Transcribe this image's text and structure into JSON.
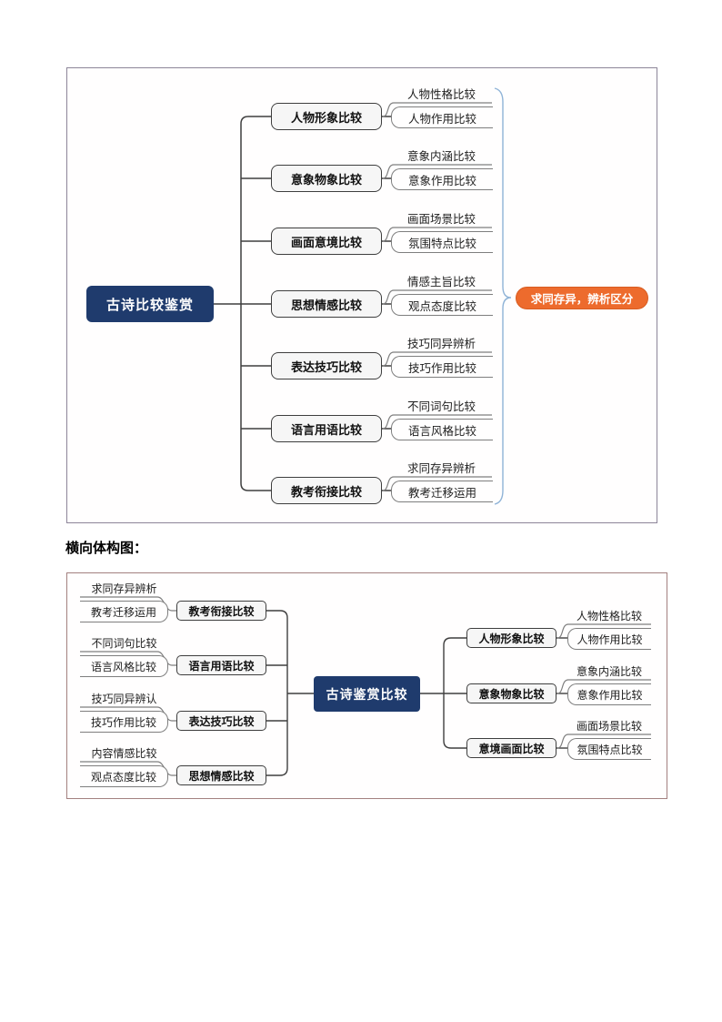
{
  "heading": {
    "text": "横向体构图："
  },
  "colors": {
    "root_bg": "#1f3b6d",
    "node_bg": "#f6f6f6",
    "node_border": "#3e3e3e",
    "leaf_line": "#7e7e7e",
    "summary_bg": "#ed6b2d",
    "brace": "#8fb3d7",
    "frame1_border": "#8d8599",
    "frame2_border": "#a3807f"
  },
  "diagram1": {
    "root": "古诗比较鉴赏",
    "summary": "求同存异，辨析区分",
    "branches": [
      {
        "label": "人物形象比较",
        "leaf1": "人物性格比较",
        "leaf2": "人物作用比较"
      },
      {
        "label": "意象物象比较",
        "leaf1": "意象内涵比较",
        "leaf2": "意象作用比较"
      },
      {
        "label": "画面意境比较",
        "leaf1": "画面场景比较",
        "leaf2": "氛围特点比较"
      },
      {
        "label": "思想情感比较",
        "leaf1": "情感主旨比较",
        "leaf2": "观点态度比较"
      },
      {
        "label": "表达技巧比较",
        "leaf1": "技巧同异辨析",
        "leaf2": "技巧作用比较"
      },
      {
        "label": "语言用语比较",
        "leaf1": "不同词句比较",
        "leaf2": "语言风格比较"
      },
      {
        "label": "教考衔接比较",
        "leaf1": "求同存异辨析",
        "leaf2": "教考迁移运用"
      }
    ]
  },
  "diagram2": {
    "root": "古诗鉴赏比较",
    "left": [
      {
        "label": "教考衔接比较",
        "leaf1": "求同存异辨析",
        "leaf2": "教考迁移运用"
      },
      {
        "label": "语言用语比较",
        "leaf1": "不同词句比较",
        "leaf2": "语言风格比较"
      },
      {
        "label": "表达技巧比较",
        "leaf1": "技巧同异辨认",
        "leaf2": "技巧作用比较"
      },
      {
        "label": "思想情感比较",
        "leaf1": "内容情感比较",
        "leaf2": "观点态度比较"
      }
    ],
    "right": [
      {
        "label": "人物形象比较",
        "leaf1": "人物性格比较",
        "leaf2": "人物作用比较"
      },
      {
        "label": "意象物象比较",
        "leaf1": "意象内涵比较",
        "leaf2": "意象作用比较"
      },
      {
        "label": "意境画面比较",
        "leaf1": "画面场景比较",
        "leaf2": "氛围特点比较"
      }
    ]
  }
}
